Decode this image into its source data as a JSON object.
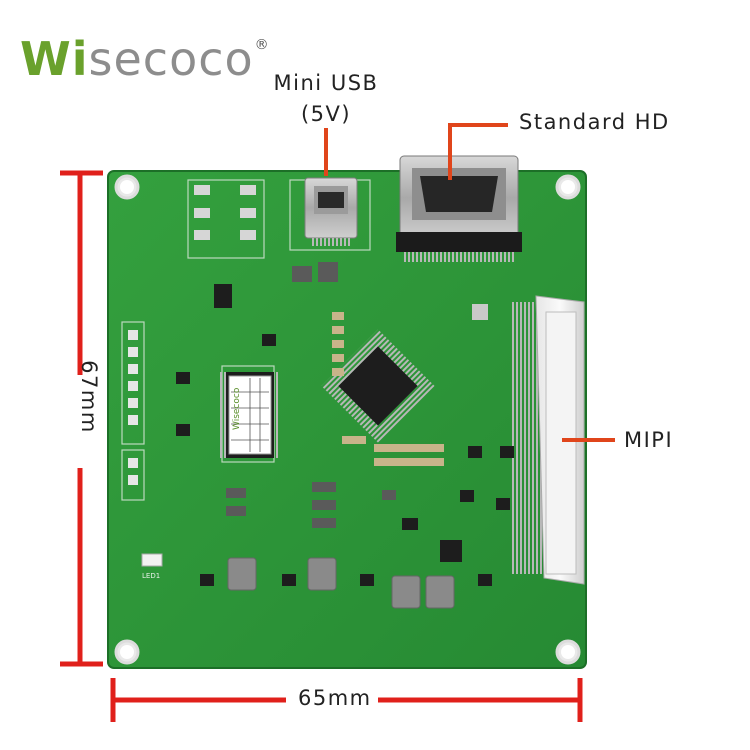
{
  "logo": {
    "brand_head": "Wi",
    "brand_tail": "secoco",
    "registered": "®"
  },
  "labels": {
    "mini_usb": "Mini USB",
    "mini_usb_voltage": "(5V)",
    "standard_hd": "Standard HD",
    "mipi": "MIPI",
    "width": "65mm",
    "height": "67mm"
  },
  "board_labels": {
    "chip_sticker_brand": "Wisecoco",
    "led": "LED1"
  },
  "colors": {
    "pcb": "#2f9a3a",
    "pcb_dark": "#1f7a2a",
    "dimension_line": "#e0201b",
    "callout_line": "#e0451b",
    "logo_green": "#6aa12c"
  }
}
